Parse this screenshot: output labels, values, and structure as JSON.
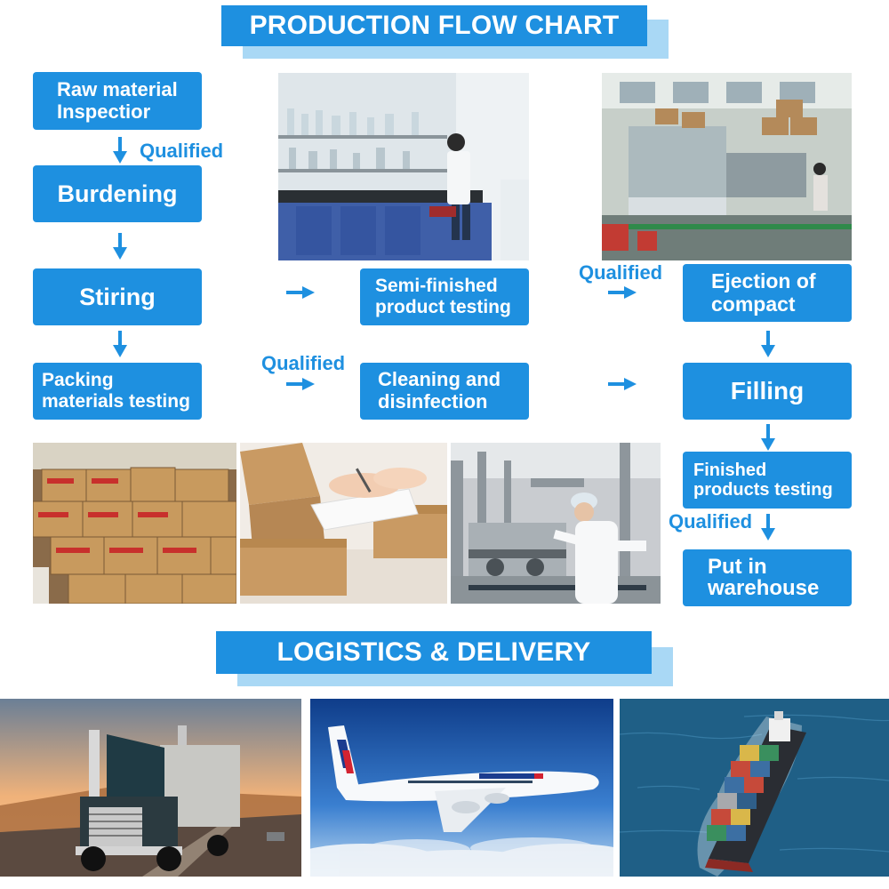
{
  "header": {
    "title": "PRODUCTION FLOW CHART"
  },
  "footer_header": {
    "title": "LOGISTICS & DELIVERY"
  },
  "steps": {
    "raw_material": "Raw material\nInspectior",
    "burdening": "Burdening",
    "stiring": "Stiring",
    "packing": "Packing\nmaterials testing",
    "semi_finished": "Semi-finished\nproduct testing",
    "cleaning": "Cleaning and\ndisinfection",
    "ejection": "Ejection of\ncompact",
    "filling": "Filling",
    "finished": "Finished\nproducts testing",
    "warehouse": "Put in\nwarehouse"
  },
  "labels": {
    "qualified": "Qualified"
  },
  "colors": {
    "accent": "#1e90e0",
    "accent_light": "#a9d8f5"
  },
  "photos": [
    "laboratory-photo",
    "factory-floor-photo",
    "warehouse-boxes-photo",
    "packaging-photo",
    "assembly-line-worker-photo",
    "truck-photo",
    "airplane-photo",
    "cargo-ship-photo"
  ]
}
